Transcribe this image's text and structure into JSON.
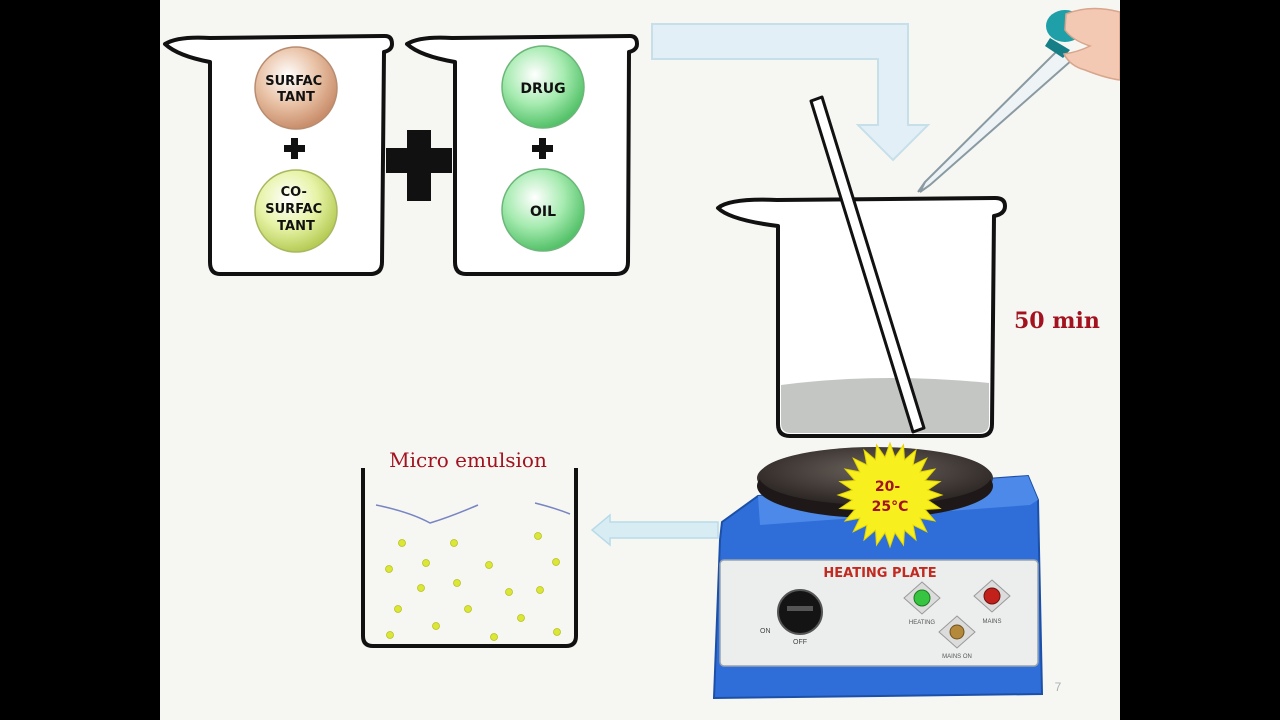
{
  "beaker1": {
    "top_circle": [
      "SURFAC",
      "TANT"
    ],
    "bottom_circle": [
      "CO-",
      "SURFAC",
      "TANT"
    ]
  },
  "beaker2": {
    "top_circle": "DRUG",
    "bottom_circle": "OIL"
  },
  "time_label": "50 min",
  "temperature": [
    "20-",
    "25°C"
  ],
  "heating_plate": {
    "title": "HEATING PLATE",
    "dial_labels": {
      "off": "OFF",
      "on": "ON"
    },
    "lamp_labels": {
      "heating": "HEATING",
      "mains": "MAINS",
      "mains_on": "MAINS ON"
    }
  },
  "result_label": "Micro emulsion",
  "page_number": "7",
  "colors": {
    "surfactant": "#e9c2a6",
    "cosurfactant": "#e6f3a6",
    "drug_oil": "#a6ebb0",
    "accent_red": "#a3121f",
    "star": "#f7ef1e",
    "plate_blue": "#2f6ed8",
    "arrow": "#dfeef6"
  }
}
